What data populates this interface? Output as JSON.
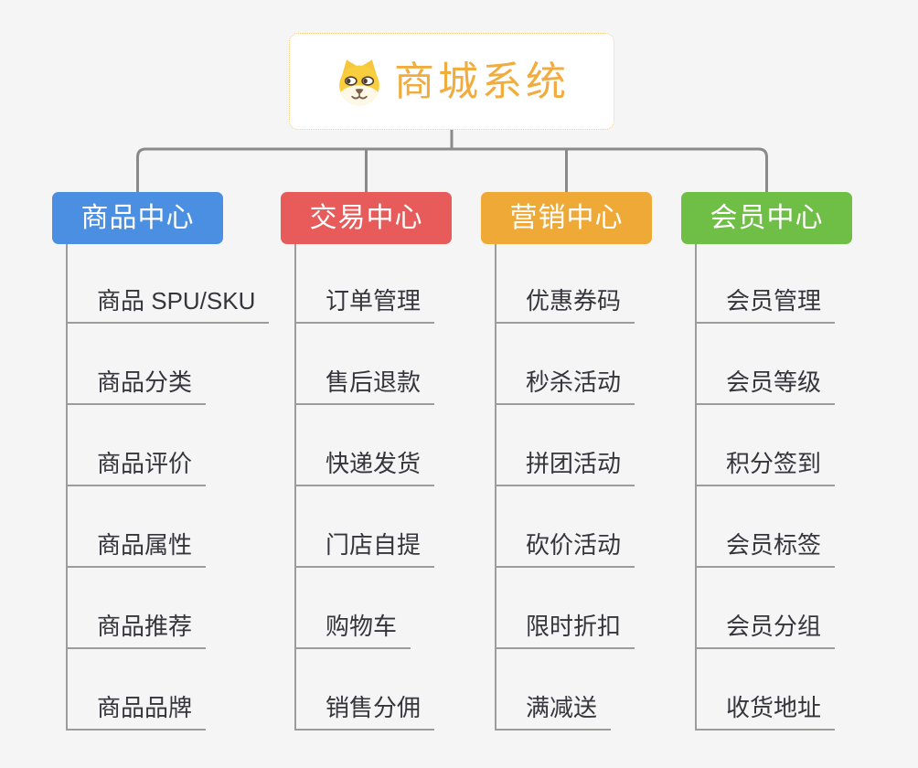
{
  "root": {
    "title": "商城系统",
    "icon": "dog-face-icon"
  },
  "colors": {
    "background": "#F5F5F6",
    "root_text": "#F0AC3E",
    "root_border": "#F6C985",
    "connector": "#8A8A8A",
    "item_line": "#9C9C9C",
    "item_text": "#35353B"
  },
  "branches": [
    {
      "label": "商品中心",
      "color": "#4B8FE2",
      "items": [
        "商品 SPU/SKU",
        "商品分类",
        "商品评价",
        "商品属性",
        "商品推荐",
        "商品品牌"
      ]
    },
    {
      "label": "交易中心",
      "color": "#E85B5B",
      "items": [
        "订单管理",
        "售后退款",
        "快递发货",
        "门店自提",
        "购物车",
        "销售分佣"
      ]
    },
    {
      "label": "营销中心",
      "color": "#EFA937",
      "items": [
        "优惠券码",
        "秒杀活动",
        "拼团活动",
        "砍价活动",
        "限时折扣",
        "满减送"
      ]
    },
    {
      "label": "会员中心",
      "color": "#6FBE45",
      "items": [
        "会员管理",
        "会员等级",
        "积分签到",
        "会员标签",
        "会员分组",
        "收货地址"
      ]
    }
  ]
}
